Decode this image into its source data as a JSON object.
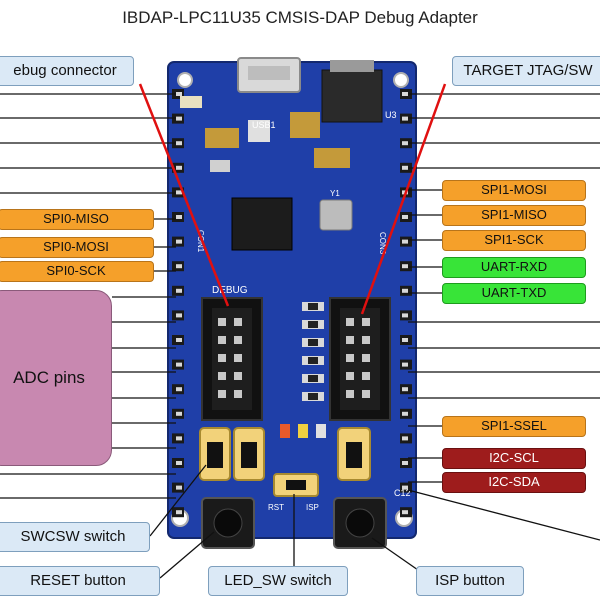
{
  "title": "IBDAP-LPC11U35 CMSIS-DAP Debug Adapter",
  "callouts": {
    "debug_connector": "ebug connector",
    "target_jtag": "TARGET JTAG/SW",
    "swcsw_switch": "SWCSW switch",
    "reset_button": "RESET button",
    "led_sw_switch": "LED_SW switch",
    "isp_button": "ISP button"
  },
  "left_pins": {
    "spi0_miso": "SPI0-MISO",
    "spi0_mosi": "SPI0-MOSI",
    "spi0_sck": "SPI0-SCK",
    "adc": "ADC pins"
  },
  "right_pins": {
    "spi1_mosi": "SPI1-MOSI",
    "spi1_miso": "SPI1-MISO",
    "spi1_sck": "SPI1-SCK",
    "uart_rxd": "UART-RXD",
    "uart_txd": "UART-TXD",
    "spi1_ssel": "SPI1-SSEL",
    "i2c_scl": "I2C-SCL",
    "i2c_sda": "I2C-SDA"
  },
  "board_marks": {
    "usb": "USB1",
    "u3": "U3",
    "debug": "DEBUG",
    "con1": "CON1",
    "con3": "CON3",
    "y1": "Y1",
    "c12": "C12",
    "rst": "RST",
    "isp": "ISP"
  },
  "colors": {
    "pcb": "#1f3fa8",
    "callout_fill": "#dbe9f6",
    "orange": "#f5a02a",
    "green": "#38e438",
    "dark_red": "#9e1c1c",
    "adc_fill": "#c888b0",
    "pointer_red": "#e01010"
  }
}
